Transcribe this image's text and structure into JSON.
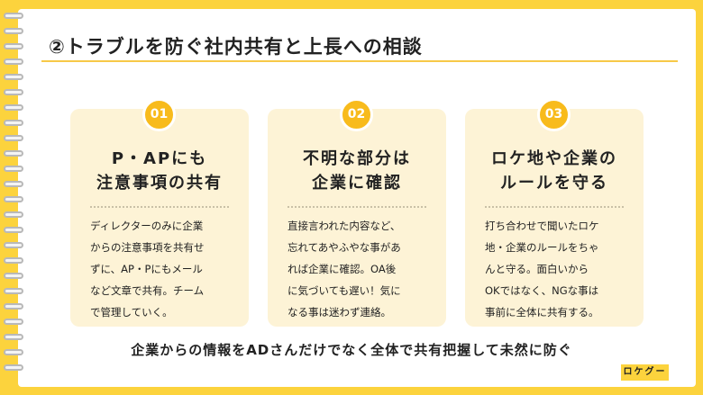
{
  "header": {
    "title": "②トラブルを防ぐ社内共有と上長への相談"
  },
  "cards": [
    {
      "number": "01",
      "heading": [
        "P・APにも",
        "注意事項の共有"
      ],
      "body": [
        "ディレクターのみに企業",
        "からの注意事項を共有せ",
        "ずに、AP・Pにもメール",
        "など文章で共有。チーム",
        "で管理していく。"
      ]
    },
    {
      "number": "02",
      "heading": [
        "不明な部分は",
        "企業に確認"
      ],
      "body": [
        "直接言われた内容など、",
        "忘れてあやふやな事があ",
        "れば企業に確認。OA後",
        "に気づいても遅い！気に",
        "なる事は迷わず連絡。"
      ]
    },
    {
      "number": "03",
      "heading": [
        "ロケ地や企業の",
        "ルールを守る"
      ],
      "body": [
        "打ち合わせで聞いたロケ",
        "地・企業のルールをちゃ",
        "んと守る。面白いから",
        "OKではなく、NGな事は",
        "事前に全体に共有する。"
      ]
    }
  ],
  "summary": "企業からの情報をADさんだけでなく全体で共有把握して未然に防ぐ",
  "logo": "ロケグー",
  "colors": {
    "background": "#fcd33d",
    "card": "#fdf3d6",
    "badge": "#f8bb1c",
    "text": "#222222"
  }
}
